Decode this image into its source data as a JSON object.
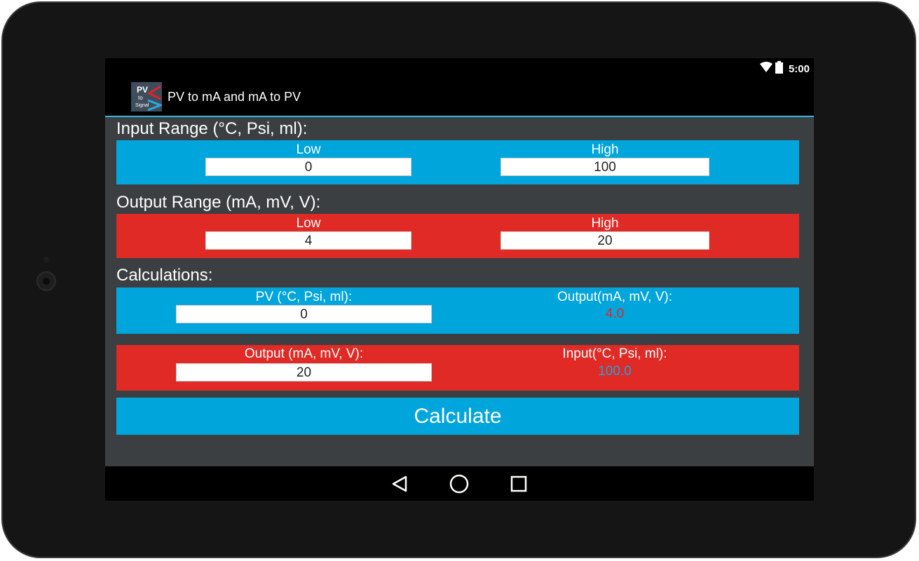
{
  "status_bar": {
    "time": "5:00",
    "icons": [
      "wifi-icon",
      "battery-icon"
    ]
  },
  "app_bar": {
    "title": "PV to mA and mA to PV",
    "icon_text": {
      "line1": "PV",
      "line2": "to",
      "line3": "Signal"
    }
  },
  "input_range": {
    "heading": "Input Range (°C, Psi, ml):",
    "low_label": "Low",
    "low_value": "0",
    "high_label": "High",
    "high_value": "100"
  },
  "output_range": {
    "heading": "Output Range (mA, mV, V):",
    "low_label": "Low",
    "low_value": "4",
    "high_label": "High",
    "high_value": "20"
  },
  "calculations": {
    "heading": "Calculations:",
    "pv_to_output": {
      "input_label": "PV (°C, Psi, ml):",
      "input_value": "0",
      "result_label": "Output(mA, mV, V):",
      "result_value": "4.0"
    },
    "output_to_pv": {
      "input_label": "Output (mA, mV, V):",
      "input_value": "20",
      "result_label": "Input(°C, Psi, ml):",
      "result_value": "100.0"
    }
  },
  "calculate_button": "Calculate",
  "navigation": [
    "back-icon",
    "home-icon",
    "recents-icon"
  ],
  "colors": {
    "blue_panel": "#00a5dc",
    "red_panel": "#df2a25",
    "accent_line": "#33b5e5",
    "result_red": "#e02a26",
    "result_blue": "#1fa4e0"
  }
}
